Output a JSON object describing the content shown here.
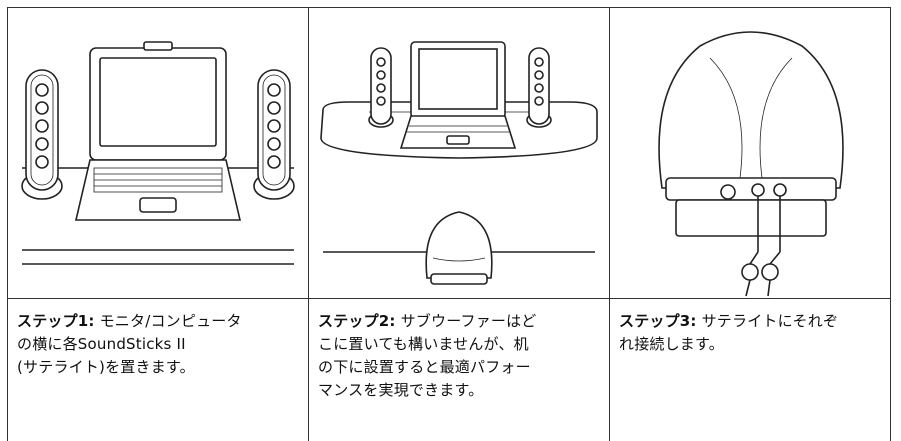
{
  "panels": [
    {
      "illustration": "laptop-with-two-satellite-speakers",
      "caption_step": "ステップ1:",
      "caption_lines": [
        "モニタ/コンピュータ",
        "の横に各SoundSticks II",
        "(サテライト)を置きます。"
      ]
    },
    {
      "illustration": "desk-with-laptop-speakers-subwoofer-under",
      "caption_step": "ステップ2:",
      "caption_lines": [
        "サブウーファーはど",
        "こに置いても構いませんが、机",
        "の下に設置すると最適パフォー",
        "マンスを実現できます。"
      ]
    },
    {
      "illustration": "subwoofer-rear-connectors",
      "caption_step": "ステップ3:",
      "caption_lines": [
        "サテライトにそれぞ",
        "れ接続します。"
      ]
    }
  ]
}
